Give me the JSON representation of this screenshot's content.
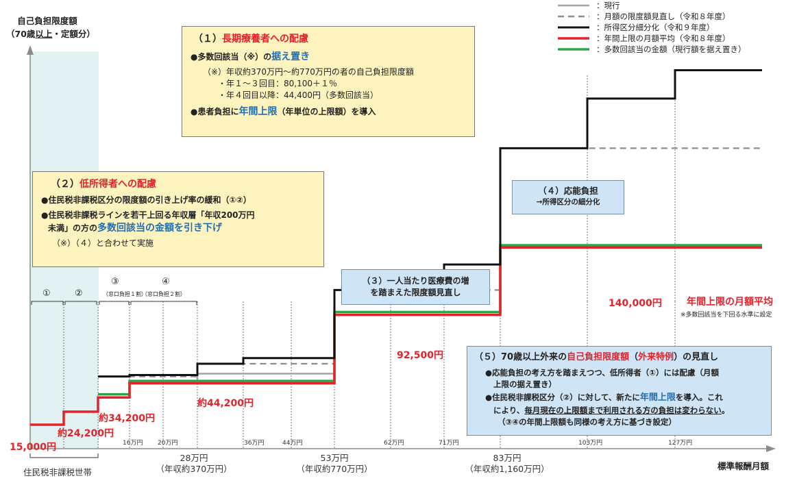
{
  "chart_data": {
    "type": "line",
    "ylabel": "自己負担限度額",
    "ylabel_sub_parts": [
      "（70歳",
      "以上",
      "・定額分）"
    ],
    "xlabel": "標準報酬月額",
    "x_ticks": [
      {
        "value": 16,
        "label": "16万円"
      },
      {
        "value": 20,
        "label": "20万円"
      },
      {
        "value": 28,
        "label": "28万円",
        "sub": "（年収約370万円）"
      },
      {
        "value": 36,
        "label": "36万円"
      },
      {
        "value": 44,
        "label": "44万円"
      },
      {
        "value": 53,
        "label": "53万円",
        "sub": "（年収約770万円）"
      },
      {
        "value": 62,
        "label": "62万円"
      },
      {
        "value": 71,
        "label": "71万円"
      },
      {
        "value": 83,
        "label": "83万円",
        "sub": "（年収約1,160万円）"
      },
      {
        "value": 103,
        "label": "103万円"
      },
      {
        "value": 127,
        "label": "127万円"
      }
    ],
    "x_label_sub": "住民税非課税世帯",
    "segments": [
      {
        "id": "s1",
        "label": "①"
      },
      {
        "id": "s2",
        "label": "②"
      },
      {
        "id": "s3",
        "label": "③",
        "sub": "（窓口負担１割）"
      },
      {
        "id": "s4",
        "label": "④",
        "sub": "（窓口負担２割）"
      }
    ],
    "value_labels": [
      "15,000円",
      "約24,200円",
      "約34,200円",
      "約44,200円",
      "92,500円",
      "140,000円"
    ],
    "series": [
      {
        "name": "現行",
        "color": "#a0a0a0",
        "style": "solid-gray",
        "values": [
          15000,
          24200,
          34200,
          44200,
          51000,
          51000,
          92500,
          92500,
          92500,
          140000,
          140000,
          140000
        ]
      },
      {
        "name": "月額の限度額見直し（令和８年度）",
        "color": "#8c8c8c",
        "style": "dashed",
        "values": [
          null,
          null,
          49000,
          49000,
          58000,
          58000,
          110000,
          110000,
          110000,
          210000,
          210000,
          210000
        ]
      },
      {
        "name": "所得区分細分化（令和９年度）",
        "color": "#000000",
        "style": "solid-black",
        "values": [
          null,
          null,
          49000,
          50000,
          58000,
          62000,
          110000,
          118000,
          128000,
          210000,
          245000,
          265000
        ]
      },
      {
        "name": "年間上限の月額平均（令和８年度）",
        "color": "#e4222a",
        "style": "solid-red",
        "values": [
          15000,
          24200,
          34200,
          44200,
          44200,
          44200,
          92500,
          92500,
          92500,
          140000,
          140000,
          140000
        ]
      },
      {
        "name": "多数回該当の金額（現行額を据え置き）",
        "color": "#2ea44a",
        "style": "solid-green",
        "values": [
          null,
          null,
          35000,
          44400,
          44400,
          44400,
          93000,
          93000,
          93000,
          140100,
          140100,
          140100
        ]
      }
    ]
  },
  "legend": [
    {
      "label": "：現行",
      "style": "solid-gray",
      "color": "#a0a0a0"
    },
    {
      "label": "：月額の限度額見直し（令和８年度）",
      "style": "dashed",
      "color": "#8c8c8c"
    },
    {
      "label": "：所得区分細分化（令和９年度）",
      "style": "solid-black",
      "color": "#000000"
    },
    {
      "label": "：年間上限の月額平均（令和８年度）",
      "style": "solid-red",
      "color": "#e4222a"
    },
    {
      "label": "：多数回該当の金額（現行額を据え置き）",
      "style": "solid-green",
      "color": "#2ea44a"
    }
  ],
  "box1": {
    "title_num": "（１）",
    "title": "長期療養者への配慮",
    "item1_pre": "●多数回該当（※）の",
    "item1_em": "据え置き",
    "note1": "（※）年収約370万円～約770万円の者の自己負担限度額",
    "note2": "・年１～３回目：80,100＋１％",
    "note3": "・年４回目以降：44,400円（多数回該当）",
    "item2_pre": "●患者負担に",
    "item2_em": "年間上限",
    "item2_post": "（年単位の上限額）を導入"
  },
  "box2": {
    "title_num": "（２）",
    "title": "低所得者への配慮",
    "item1": "●住民税非課税区分の限度額の引き上げ率の緩和（①②）",
    "item2_line1": "●住民税非課税ラインを若干上回る年収層「年収200万円",
    "item2_line2_pre": "未満」の方の",
    "item2_line2_em": "多数回該当の金額を引き下げ",
    "note": "（※）（４）と合わせて実施"
  },
  "box3": {
    "line1": "（３）一人当たり医療費の増",
    "line2": "を踏まえた限度額見直し"
  },
  "box4": {
    "title": "（４）応能負担",
    "sub": "→所得区分の細分化"
  },
  "box5": {
    "title_pre": "（５）70歳以上外来の",
    "title_red1": "自己負担限度額",
    "title_mid": "（",
    "title_red2": "外来特例",
    "title_post": "）の見直し",
    "item1_line1": "●応能負担の考え方を踏まえつつ、低所得者（①）には配慮（月額",
    "item1_line2": "上限の据え置き）",
    "item2_line1_pre": "●住民税非課税区分（②）に対して、新たに",
    "item2_line1_em": "年間上限",
    "item2_line1_post": "を導入。これ",
    "item2_line2_pre": "により、",
    "item2_line2_ul": "毎月現在の上限額まで利用される方の負担は変わらない",
    "item2_line2_post": "。",
    "note": "（③④の年間上限額も同様の考え方に基づき設定）"
  },
  "annot_annual_avg": "年間上限の月額平均",
  "annot_note": "※多数回該当を下回る水準に設定"
}
